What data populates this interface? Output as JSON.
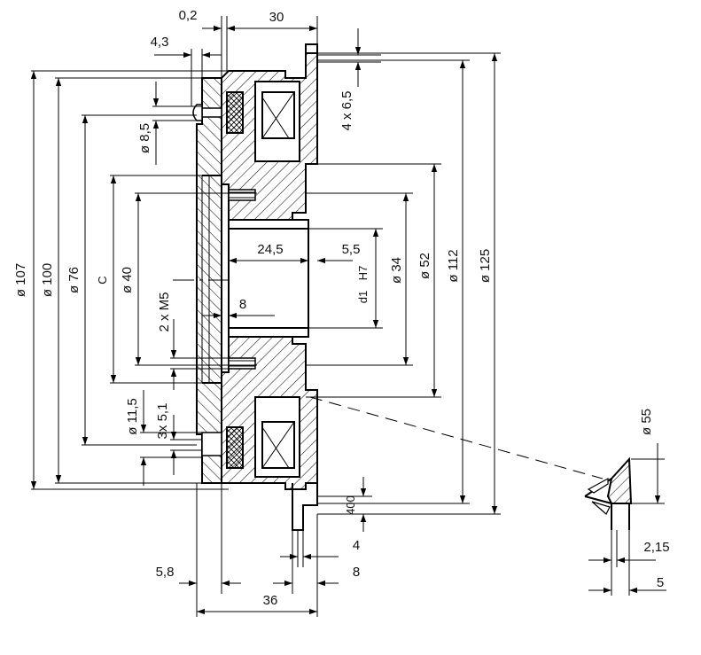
{
  "labels": {
    "d_107": "ø 107",
    "d_100": "ø 100",
    "d_76": "ø 76",
    "c": "C",
    "d_40": "ø 40",
    "m5": "2 x M5",
    "d_8_5": "ø 8,5",
    "d_11_5": "ø 11,5",
    "holes_5_1": "3x 5,1",
    "t_0_2": "0,2",
    "t_30": "30",
    "t_4_3": "4,3",
    "holes_6_5": "4 x 6,5",
    "t_24_5": "24,5",
    "t_5_5": "5,5",
    "t_8": "8",
    "d1": "d1",
    "h7": "H7",
    "d_34": "ø 34",
    "d_52": "ø 52",
    "d_112": "ø 112",
    "d_125": "ø 125",
    "t_400": "400",
    "t_4": "4",
    "t_5_8": "5,8",
    "t_8b": "8",
    "t_36": "36",
    "d_55": "ø 55",
    "t_2_15": "2,15",
    "t_5": "5"
  }
}
